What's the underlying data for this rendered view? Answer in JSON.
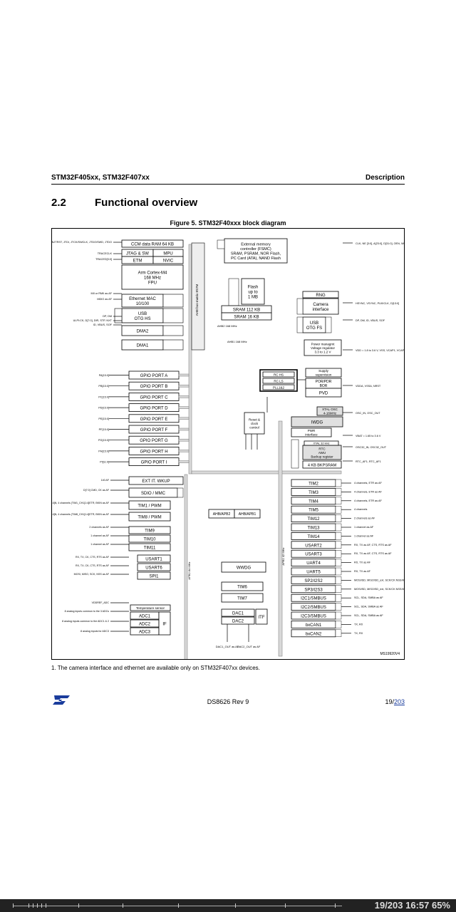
{
  "header": {
    "left": "STM32F405xx, STM32F407xx",
    "right": "Description"
  },
  "section": {
    "number": "2.2",
    "title": "Functional overview"
  },
  "figure": {
    "caption": "Figure 5. STM32F40xxx block diagram",
    "code": "MS19920V4",
    "left_signals": [
      "NJTRST, JTDI, JTCK/SWCLK, JTDO/SWD, JTDO",
      "TRACECLK",
      "TRACED[3:0]",
      "MII or RMII as AF",
      "MDIO as AF",
      "DP, DM",
      "ULPI:CK, D[7:0], DIR, STP, NXT",
      "ID, VBUS, SOF",
      "PA[15:0]",
      "PB[15:0]",
      "PC[15:0]",
      "PD[15:0]",
      "PE[15:0]",
      "PF[15:0]",
      "PG[15:0]",
      "PH[15:0]",
      "PI[11:0]",
      "140 AF",
      "D[7:0] CMD, CK as AF",
      "4 compl. channels (TIM1_CH1[1:4]N, 4 channels (TIM1_CH1[1:4]ETR, BKIN as AF",
      "4 compl. channels (TIM8_CH1[1:4]N, 4 channels (TIM8_CH1[1:4]ETR, BKIN as AF",
      "2 channels as AF",
      "1 channel as AF",
      "1 channel as AF",
      "RX, TX, CK, CTS, RTS as AF",
      "RX, TX, CK, CTS, RTS as AF",
      "MOSI, MISO, SCK, NSS as AF",
      "VDDREF_ADC",
      "8 analog inputs common to the 3 ADCs",
      "8 analog inputs common to the ADC1 & 2",
      "8 analog inputs for ADC3"
    ],
    "blocks": {
      "ccm": "CCM data RAM 64 KB",
      "jtag": "JTAG & SW",
      "mpu": "MPU",
      "etm": "ETM",
      "nvic": "NVIC",
      "cpu": [
        "Arm Cortex-M4",
        "168 MHz",
        "FPU"
      ],
      "eth": [
        "Ethernet MAC",
        "10/100"
      ],
      "usb_hs": [
        "USB",
        "OTG HS"
      ],
      "dma2": "DMA2",
      "dma1": "DMA1",
      "fsmc": [
        "External memory",
        "controller (FSMC)",
        "SRAM, PSRAM, NOR Flash,",
        "PC Card (ATA), NAND Flash"
      ],
      "flash": [
        "Flash",
        "up to",
        "1 MB"
      ],
      "sram112": "SRAM 112 KB",
      "sram16": "SRAM 16 KB",
      "rng": "RNG",
      "camera": [
        "Camera",
        "interface"
      ],
      "usb_fs": [
        "USB",
        "OTG FS"
      ],
      "power": [
        "Power managmt",
        "Voltage regulator",
        "3.3 to 1.2 V"
      ],
      "supply": [
        "Supply",
        "supervision"
      ],
      "por": [
        "POR/PDR",
        "BOR"
      ],
      "pvd": "PVD",
      "xtal": [
        "XTAL OSC",
        "4-16MHz"
      ],
      "iwdg": "IWDG",
      "pwr": [
        "PWR",
        "interface"
      ],
      "reset": [
        "Reset &",
        "clock",
        "control"
      ],
      "rc_hs": "RC HS",
      "rc_ls": "RC LS",
      "pll": "PLL1&2",
      "rtc": [
        "RTC",
        "AWU",
        "Backup register"
      ],
      "xtal32": "XTAL 32 kHz",
      "bkpsram": "4 KB BKPSRAM",
      "gpio": [
        "GPIO PORT A",
        "GPIO PORT B",
        "GPIO PORT C",
        "GPIO PORT D",
        "GPIO PORT E",
        "GPIO PORT F",
        "GPIO PORT G",
        "GPIO PORT H",
        "GPIO PORT I"
      ],
      "exti": "EXT IT. WKUP",
      "sdio": "SDIO / MMC",
      "tim1": "TIM1 / PWM",
      "tim8": "TIM8 / PWM",
      "tim9": "TIM9",
      "tim10": "TIM10",
      "tim11": "TIM11",
      "usart1": "USART1",
      "usart6": "USART6",
      "spi1": "SPI1",
      "temp": "Temperature sensor",
      "adc": [
        "ADC1",
        "ADC2",
        "ADC3"
      ],
      "if": "IF",
      "ahbapb2": "AHB/APB2",
      "ahbapb1": "AHB/APB1",
      "wwdg": "WWDG",
      "tim6": "TIM6",
      "tim7": "TIM7",
      "dac": [
        "DAC1",
        "DAC2"
      ],
      "itf": "ITF",
      "right_col": [
        "TIM2",
        "TIM3",
        "TIM4",
        "TIM5",
        "TIM12",
        "TIM13",
        "TIM14",
        "USART2",
        "USART3",
        "UART4",
        "UART5",
        "SP2/I2S2",
        "SP3/I2S3",
        "I2C1/SMBUS",
        "I2C2/SMBUS",
        "I2C3/SMBUS",
        "bxCAN1",
        "bxCAN2"
      ]
    },
    "bus_labels": {
      "ahb1": "AHB1 168 MHz",
      "ahb2": "AHB2 168 MHz",
      "apb2": "APB2 84 MHz",
      "apb1": "APB1 42 MHz",
      "matrix": "AHB bus-matrix 8S7M"
    },
    "right_signals": [
      "CLK, NE [3:0], A[23:0], D[31:0], OEN, WEN, NBL[3:0], NL, NREG, NWAIT/IORDY, CD, INTR, NIORD/IOWR, INT[2:3]",
      "HSYNC, VSYNC, PUIXCLK, D[13:0]",
      "DP, DM, ID, VBUS, SOF",
      "VDD = 1.8 to 3.6 V, VSS, VCAP1, VCAP2",
      "VDDA, VSSA, NRST",
      "OSC_IN, OSC_OUT",
      "VBAT = 1.65 to 3.6 V",
      "OSC32_IN, OSC32_OUT",
      "RTC_AF1, RTC_AF1",
      "4 channels, ETR as AF",
      "4 channels, ETR as AF",
      "4 channels, ETR as AF",
      "4 channels",
      "2 channels as AF",
      "1 channel as AF",
      "1 channel as AF",
      "RX, TX as AF, CTS, RTS as AF",
      "RX, TX as AF, CTS, RTS as AF",
      "RX, TX as AF",
      "RX, TX as AF",
      "MOSI/SD, MISO/SD_ext, SCK/CK NSS/WS, MCK as AF",
      "MOSI/SD, MISO/SD_ext, SCK/CK NSS/WS, MCK as AF",
      "SCL, SDA, SMBA as AF",
      "SCL, SDA, SMBA as AF",
      "SCL, SDA, SMBA as AF",
      "TX, RX",
      "TX, RX"
    ],
    "bottom_signals": [
      "DAC1_OUT as AF",
      "DAC2_OUT as AF"
    ]
  },
  "footnote": "1.   The camera interface and ethernet are available only on STM32F407xx devices.",
  "footer": {
    "doc": "DS8626 Rev 9",
    "page": "19/",
    "page_total": "203"
  },
  "statusbar": {
    "text": "19/203  16:57  65%"
  }
}
